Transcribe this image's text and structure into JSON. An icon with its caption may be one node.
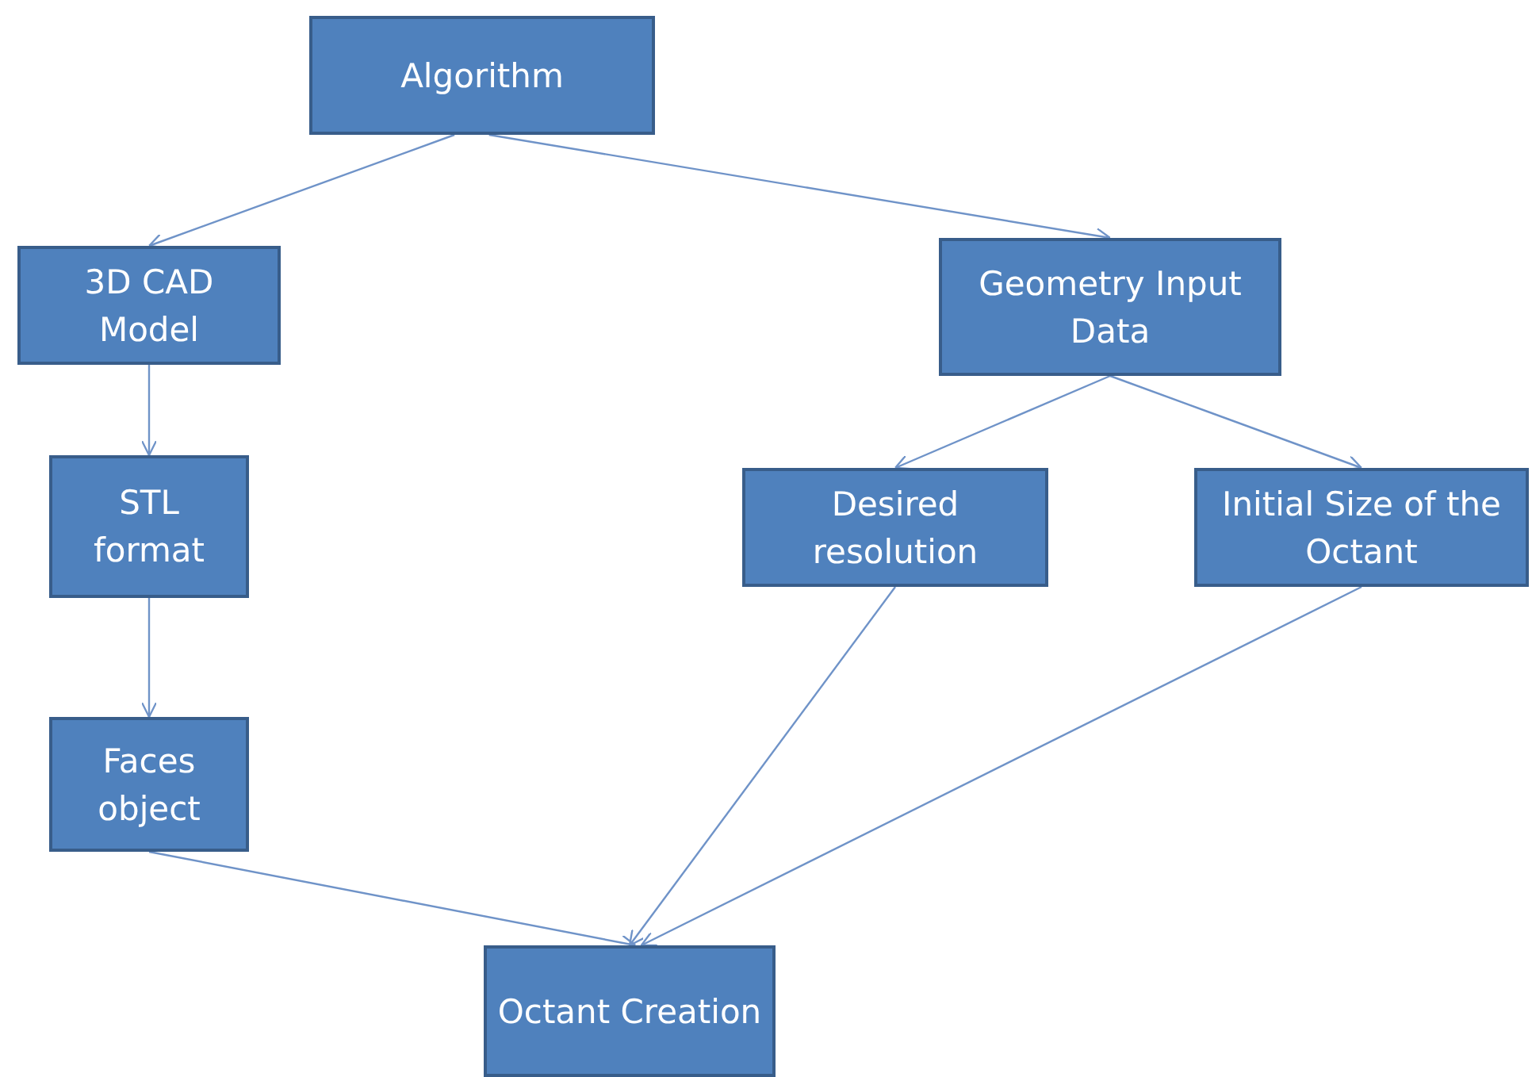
{
  "diagram": {
    "nodes": [
      {
        "text": [
          "Algorithm"
        ]
      },
      {
        "text": [
          "3D CAD Model"
        ]
      },
      {
        "text": [
          "Geometry Input Data"
        ]
      },
      {
        "text": [
          "STL format"
        ]
      },
      {
        "text": [
          "Desired resolution"
        ]
      },
      {
        "text": [
          "Initial Size of the Octant"
        ]
      },
      {
        "text": [
          "Faces object"
        ]
      },
      {
        "text": [
          "Octant Creation"
        ]
      }
    ],
    "edges": [
      {
        "from": 0,
        "to": 1,
        "arrow": "to"
      },
      {
        "from": 0,
        "to": 2,
        "arrow": "to"
      },
      {
        "from": 1,
        "to": 3,
        "arrow": "to"
      },
      {
        "from": 3,
        "to": 6,
        "arrow": "to"
      },
      {
        "from": 2,
        "to": 4,
        "arrow": "to"
      },
      {
        "from": 2,
        "to": 5,
        "arrow": "to"
      },
      {
        "from": 6,
        "to": 7,
        "arrow": "to"
      },
      {
        "from": 4,
        "to": 7,
        "arrow": "to"
      },
      {
        "from": 5,
        "to": 7,
        "arrow": "to"
      }
    ]
  }
}
